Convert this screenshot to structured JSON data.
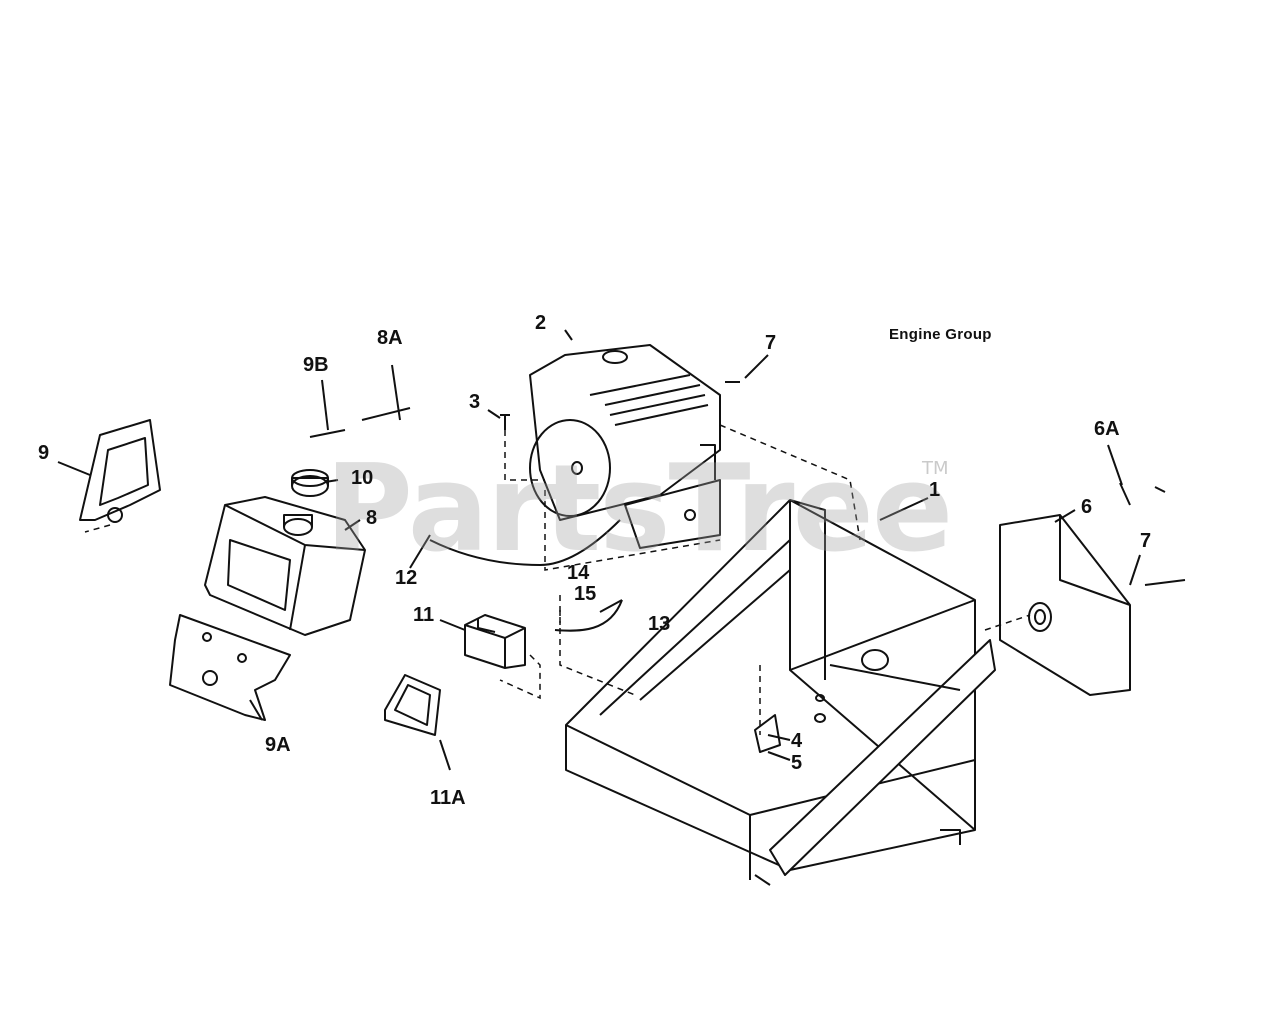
{
  "title": "Engine Group",
  "watermark": "PartsTree",
  "watermark_mark": "TM",
  "callouts": [
    "1",
    "2",
    "3",
    "4",
    "5",
    "6",
    "6A",
    "7",
    "7",
    "8",
    "8A",
    "9",
    "9A",
    "9B",
    "10",
    "11",
    "11A",
    "12",
    "13",
    "14",
    "15"
  ]
}
